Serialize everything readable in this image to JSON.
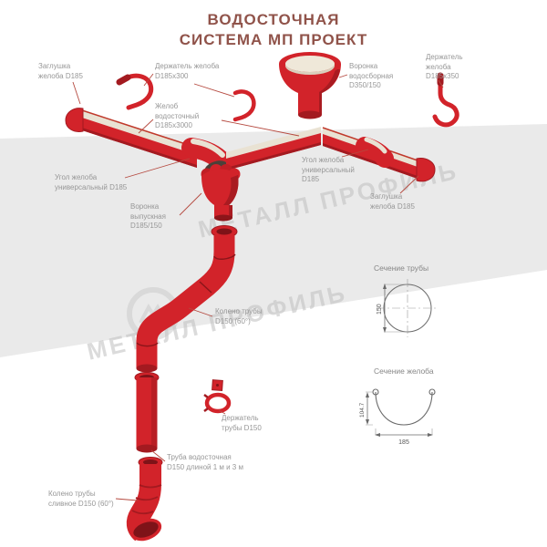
{
  "title": {
    "line1": "ВОДОСТОЧНАЯ",
    "line2": "СИСТЕМА МП ПРОЕКТ"
  },
  "watermark": {
    "text": "МЕТАЛЛ ПРОФИЛЬ"
  },
  "labels": {
    "cap_left": "Заглушка\nжелоба D185",
    "holder_300": "Держатель желоба\nD185х300",
    "funnel_collect": "Воронка\nводосборная\nD350/150",
    "holder_350": "Держатель\nжелоба\nD185х350",
    "gutter": "Желоб\nводосточный\nD185х3000",
    "corner_left": "Угол желоба\nуниверсальный D185",
    "corner_right": "Угол желоба\nуниверсальный\nD185",
    "cap_right": "Заглушка\nжелоба D185",
    "funnel_outlet": "Воронка\nвыпускная\nD185/150",
    "elbow": "Колено трубы\nD150 (60°)",
    "pipe_holder": "Держатель\nтрубы D150",
    "pipe": "Труба водосточная\nD150 длиной 1 м и 3 м",
    "elbow_drain": "Колено трубы\nсливное D150 (60°)"
  },
  "sections": {
    "pipe": {
      "title": "Сечение трубы",
      "dim": "150"
    },
    "gutter": {
      "title": "Сечение желоба",
      "height": "104.7",
      "width": "185"
    }
  },
  "colors": {
    "part_red": "#d2232a",
    "part_dark_red": "#a31a20",
    "gutter_inner_cream": "#e9e2d3",
    "roof_band_gray": "#eaeaea",
    "title_maroon": "#90534a",
    "label_gray": "#979797",
    "watermark_gray": "#c4c4c4",
    "section_line_gray": "#6a6a6a"
  }
}
